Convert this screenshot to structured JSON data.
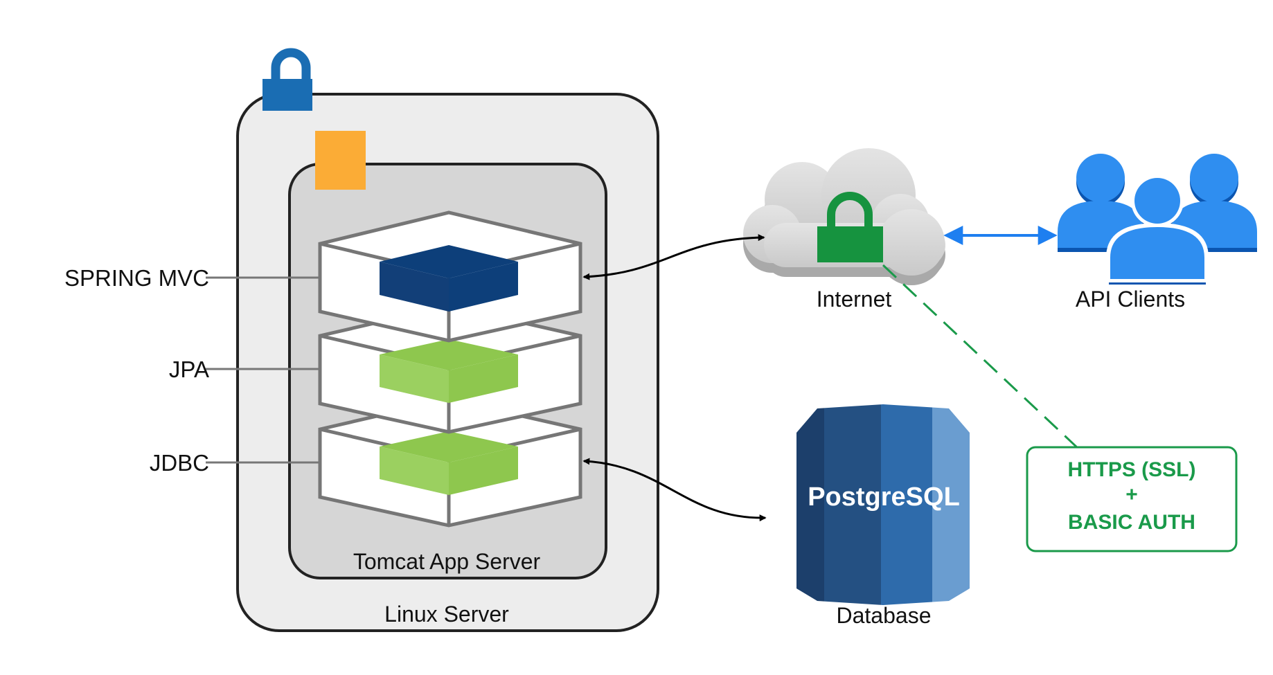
{
  "layers": {
    "spring": "SPRING MVC",
    "jpa": "JPA",
    "jdbc": "JDBC"
  },
  "containers": {
    "tomcat": "Tomcat App Server",
    "linux": "Linux Server"
  },
  "nodes": {
    "internet": "Internet",
    "clients": "API Clients",
    "database_name": "PostgreSQL",
    "database": "Database"
  },
  "security": {
    "line1": "HTTPS (SSL)",
    "line2": "+",
    "line3": "BASIC AUTH"
  },
  "colors": {
    "lock_blue": "#1a6db3",
    "plugin_orange": "#fbac36",
    "spring_blue": "#0d3f7a",
    "layer_green": "#8ec74e",
    "https_green": "#1a9a4a",
    "client_blue": "#2f8ef0",
    "postgres_blue": "#2e6bab"
  },
  "icons": [
    "lock-icon",
    "plugin-icon",
    "cloud-icon",
    "users-icon",
    "database-icon"
  ]
}
